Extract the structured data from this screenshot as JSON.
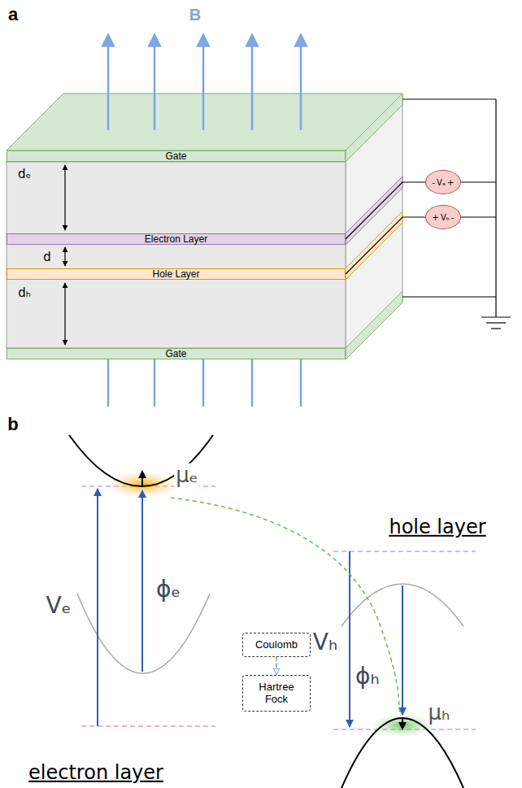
{
  "diagram": {
    "nodes": [
      {
        "text": [
          "Gate"
        ]
      },
      {
        "text": [
          "-",
          "Vₑ",
          "+"
        ]
      },
      {
        "text": [
          "+",
          "Vₕ",
          "-"
        ]
      },
      {
        "text": [
          "Electron Layer"
        ]
      },
      {
        "text": [
          "Hole Layer"
        ]
      },
      {
        "text": [
          "Gate"
        ]
      },
      {
        "text": [
          "Coulomb"
        ]
      },
      {
        "text": [
          "Hartree Fock"
        ]
      }
    ],
    "edges": [
      {
        "from": 3,
        "to": 1,
        "arrow": "none"
      },
      {
        "from": 4,
        "to": 2,
        "arrow": "none"
      },
      {
        "from": 6,
        "to": 7,
        "arrow": "to"
      }
    ],
    "labels": [
      "a",
      "B",
      "dₑ",
      "d",
      "dₕ",
      "b",
      "Vₑ",
      "ϕₑ",
      "μₑ",
      "hole layer",
      "Vₕ",
      "ϕₕ",
      "μₕ",
      "electron layer"
    ]
  }
}
